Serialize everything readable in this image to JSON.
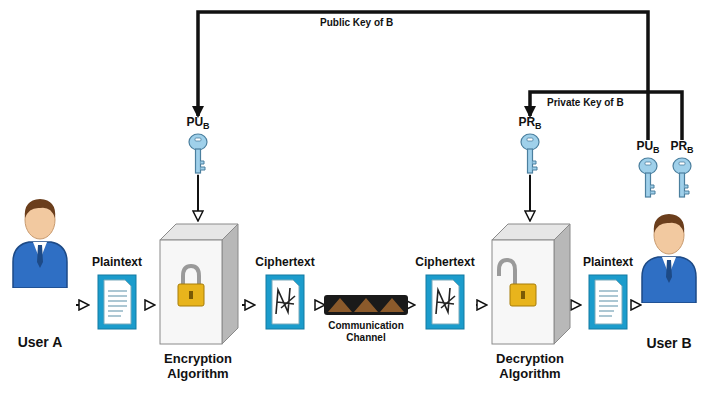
{
  "diagram": {
    "nodes": [
      {
        "text": [
          "User A"
        ]
      },
      {
        "text": [
          "Plaintext"
        ]
      },
      {
        "text": [
          "Encryption Algorithm"
        ]
      },
      {
        "text": [
          "Ciphertext"
        ]
      },
      {
        "text": [
          "Communication Channel"
        ]
      },
      {
        "text": [
          "Ciphertext"
        ]
      },
      {
        "text": [
          "Decryption Algorithm"
        ]
      },
      {
        "text": [
          "Plaintext"
        ]
      },
      {
        "text": [
          "User B"
        ]
      },
      {
        "text": [
          "PU",
          "B"
        ]
      },
      {
        "text": [
          "PR",
          "B"
        ]
      },
      {
        "text": [
          "PU",
          "B"
        ]
      },
      {
        "text": [
          "PR",
          "B"
        ]
      }
    ],
    "edges": [
      {
        "from": 0,
        "to": 1,
        "arrow": "to"
      },
      {
        "from": 1,
        "to": 2,
        "arrow": "to"
      },
      {
        "from": 2,
        "to": 3,
        "arrow": "to"
      },
      {
        "from": 3,
        "to": 4,
        "arrow": "to"
      },
      {
        "from": 4,
        "to": 5,
        "arrow": "to"
      },
      {
        "from": 5,
        "to": 6,
        "arrow": "to"
      },
      {
        "from": 6,
        "to": 7,
        "arrow": "to"
      },
      {
        "from": 7,
        "to": 8,
        "arrow": "to"
      },
      {
        "from": 9,
        "to": 2,
        "arrow": "to"
      },
      {
        "from": 10,
        "to": 6,
        "arrow": "to"
      },
      {
        "from": 11,
        "to": 9,
        "label": "Public Key of B",
        "arrow": "to"
      },
      {
        "from": 12,
        "to": 10,
        "label": "Private Key of B",
        "arrow": "to"
      }
    ]
  }
}
